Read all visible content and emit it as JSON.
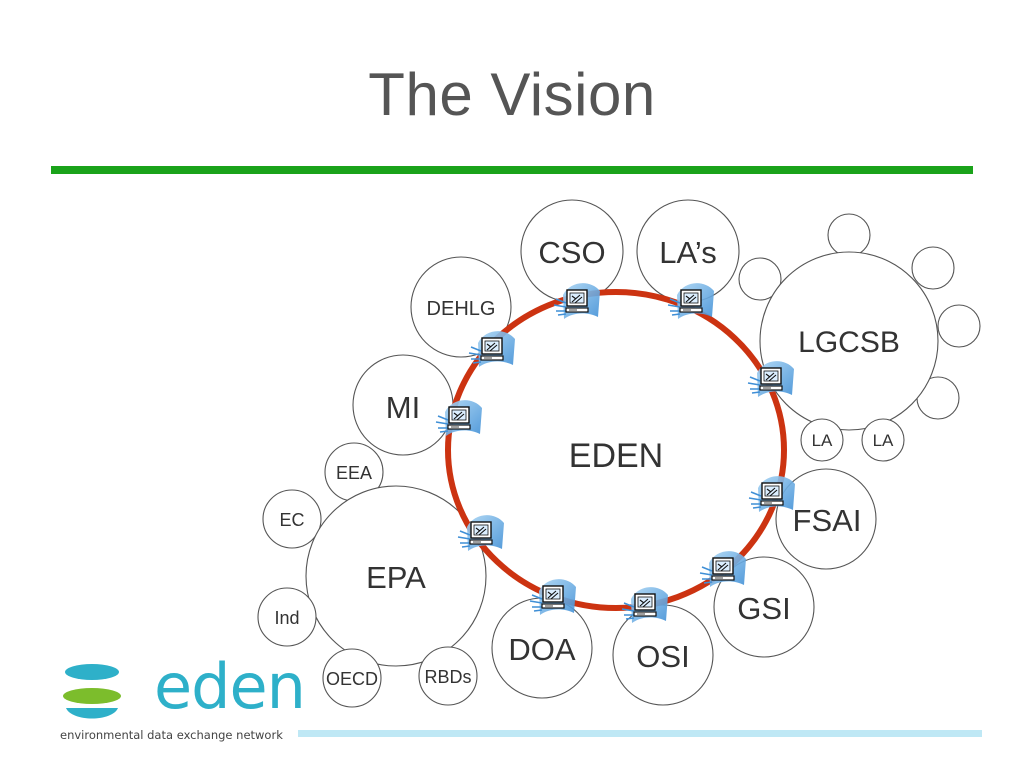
{
  "slide": {
    "title": "The Vision"
  },
  "diagram": {
    "hub_label": "EDEN",
    "ring_color": "#cc3311",
    "nodes": {
      "cso": "CSO",
      "las": "LA’s",
      "dehlg": "DEHLG",
      "lgcsb": "LGCSB",
      "mi": "MI",
      "la1": "LA",
      "la2": "LA",
      "eea": "EEA",
      "ec": "EC",
      "epa": "EPA",
      "fsai": "FSAI",
      "ind": "Ind",
      "gsi": "GSI",
      "doa": "DOA",
      "osi": "OSI",
      "oecd": "OECD",
      "rbds": "RBDs"
    }
  },
  "logo": {
    "wordmark": "eden",
    "tagline": "environmental data exchange network"
  },
  "colors": {
    "title_rule": "#1aa31a",
    "footer_rule": "#bfe8f5",
    "logo_blue": "#2eb0c9",
    "logo_green": "#7cbd2c"
  }
}
